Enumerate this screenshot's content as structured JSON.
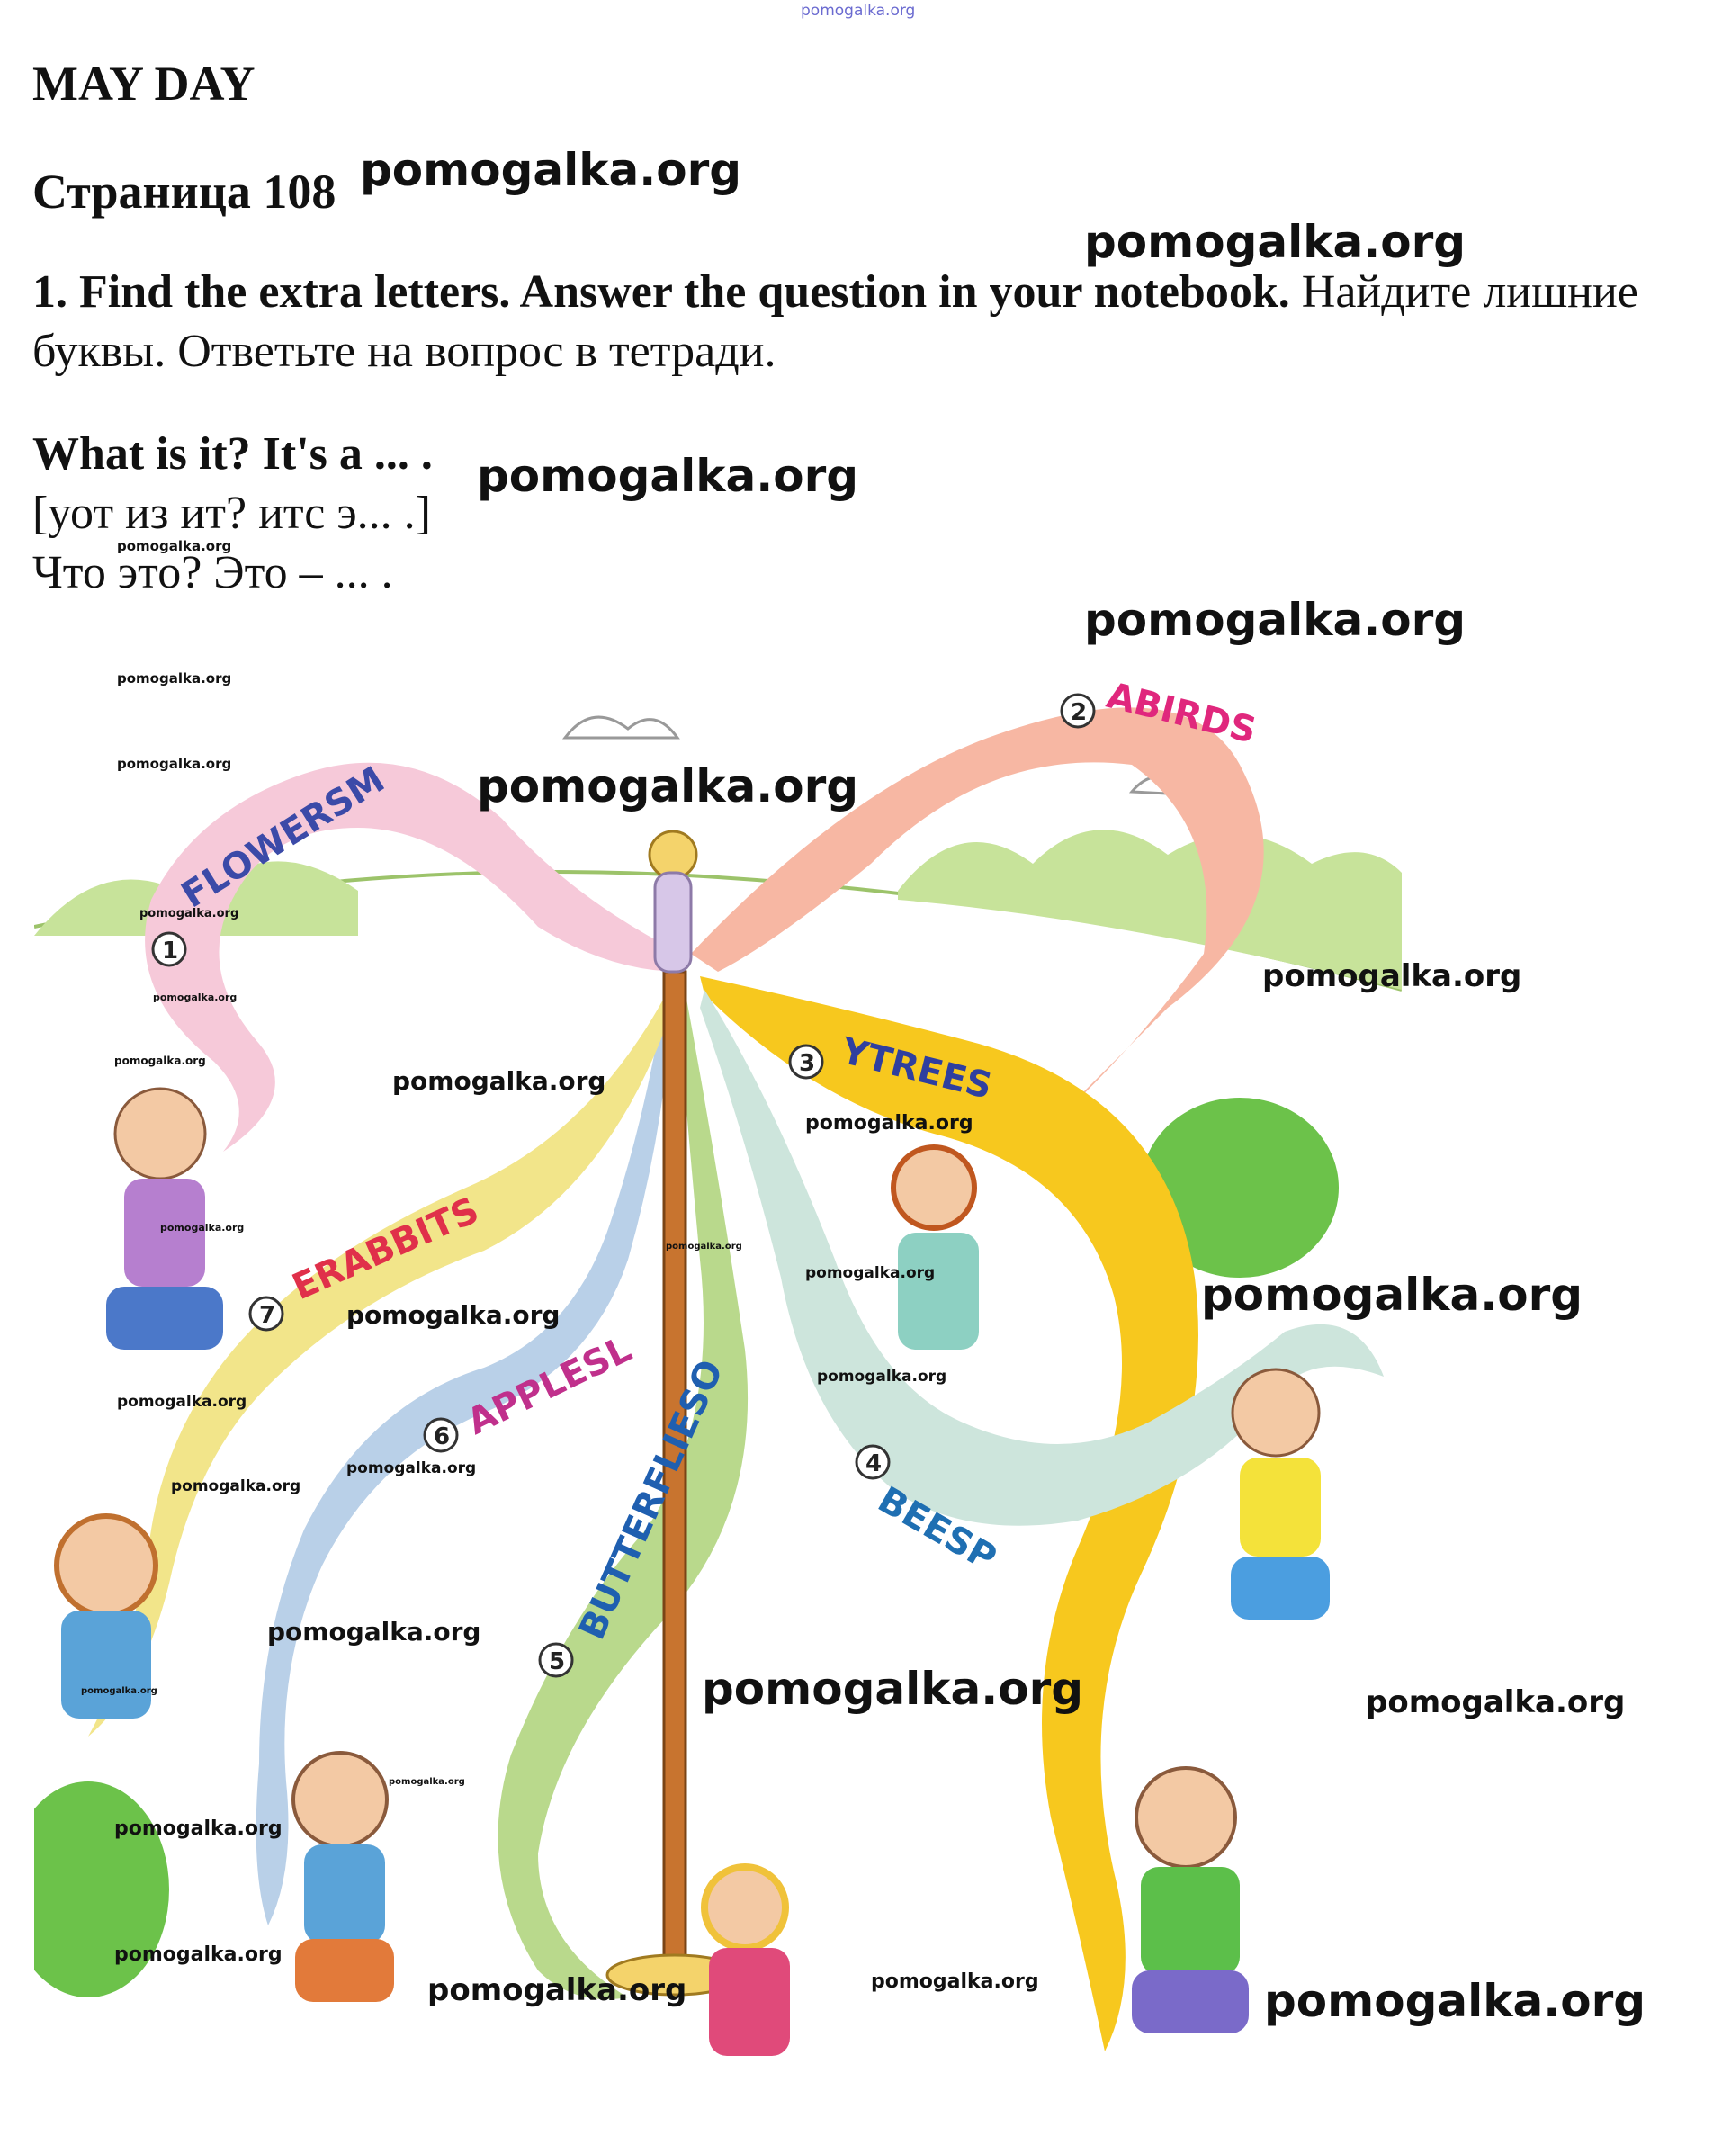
{
  "header": {
    "site_link": "pomogalka.org",
    "title": "MAY DAY",
    "page": "Страница 108"
  },
  "task": {
    "instruction_en": "1. Find the extra letters. Answer the question in your notebook.",
    "instruction_ru": "Найдите лишние буквы. Ответьте на вопрос в тетради.",
    "question_en": "What is it? It's a ... .",
    "question_transcription": "[уот из ит? итс э... .]",
    "question_ru": "Что это? Это – ... ."
  },
  "ribbons": [
    {
      "number": "1",
      "word": "FLOWERSM",
      "color": "#f6c9d9",
      "text_color": "#3b4aa8"
    },
    {
      "number": "2",
      "word": "ABIRDS",
      "color": "#f7b7a3",
      "text_color": "#e0277d"
    },
    {
      "number": "3",
      "word": "YTREES",
      "color": "#f7c81e",
      "text_color": "#2f3f9f"
    },
    {
      "number": "4",
      "word": "BEESP",
      "color": "#cde5dc",
      "text_color": "#1f6fb2"
    },
    {
      "number": "5",
      "word": "BUTTERFLIESO",
      "color": "#b9d98c",
      "text_color": "#1f5fb0"
    },
    {
      "number": "6",
      "word": "APPLESL",
      "color": "#b9d0e8",
      "text_color": "#c0308c"
    },
    {
      "number": "7",
      "word": "ERABBITS",
      "color": "#f2e58a",
      "text_color": "#e0304a"
    }
  ],
  "watermark_text": "pomogalka.org"
}
